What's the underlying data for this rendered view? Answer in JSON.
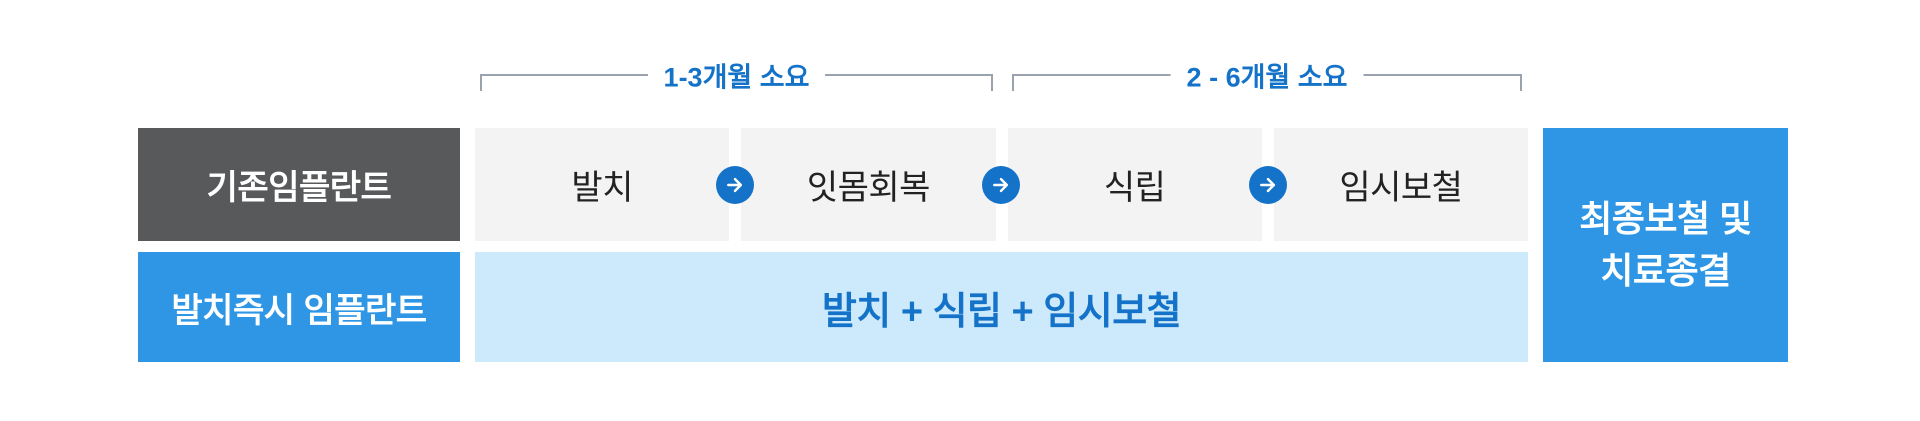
{
  "brackets": [
    {
      "label": "1-3개월 소요"
    },
    {
      "label": "2 - 6개월 소요"
    }
  ],
  "rows": {
    "conventional": {
      "label": "기존임플란트",
      "steps": [
        "발치",
        "잇몸회복",
        "식립",
        "임시보철"
      ]
    },
    "immediate": {
      "label": "발치즉시 임플란트",
      "combined": "발치 + 식립 + 임시보철"
    }
  },
  "result": {
    "line1": "최종보철 및",
    "line2": "치료종결"
  },
  "icons": {
    "step_arrow": "arrow-right"
  },
  "colors": {
    "accent_blue": "#2e96e4",
    "deep_blue": "#1473c8",
    "light_blue": "#cdeafc",
    "dark_gray": "#58595b",
    "step_gray": "#f3f3f4",
    "bracket_line": "#9aa3ad"
  }
}
